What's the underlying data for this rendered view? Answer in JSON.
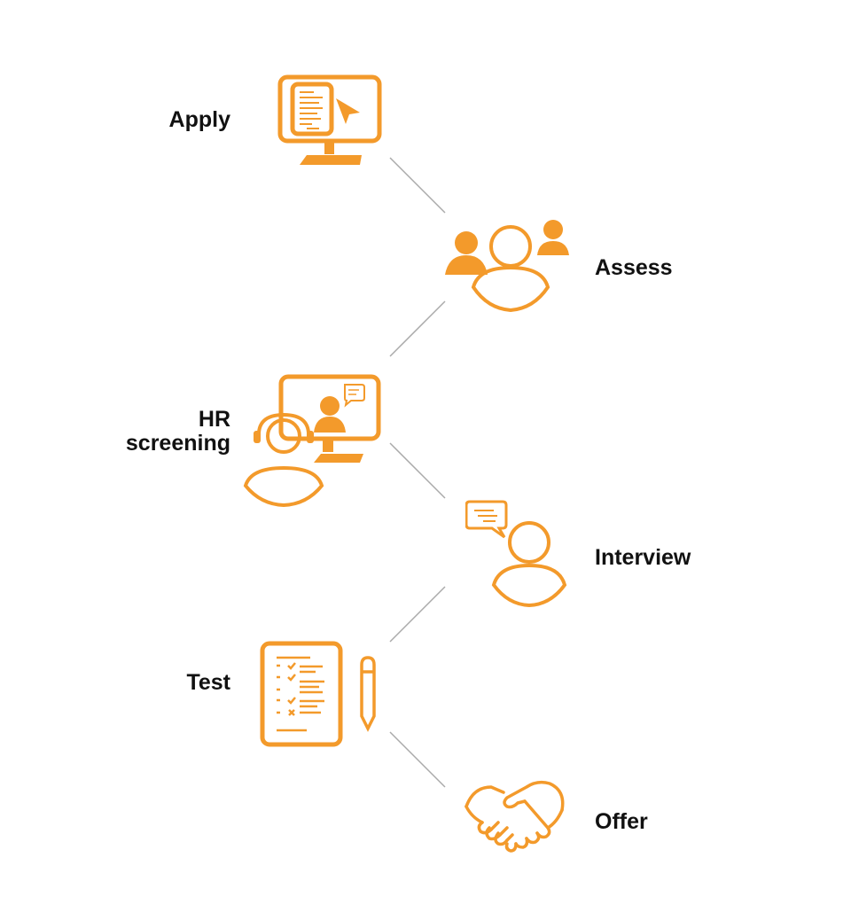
{
  "steps": [
    {
      "label": "Apply",
      "icon": "monitor-application-icon"
    },
    {
      "label": "Assess",
      "icon": "people-group-icon"
    },
    {
      "label": "HR screening",
      "icon": "headset-video-call-icon"
    },
    {
      "label": "Interview",
      "icon": "person-chat-icon"
    },
    {
      "label": "Test",
      "icon": "checklist-pencil-icon"
    },
    {
      "label": "Offer",
      "icon": "handshake-icon"
    }
  ],
  "colors": {
    "accent": "#F39A2B",
    "text": "#111111",
    "connector": "#AAAAAA"
  }
}
